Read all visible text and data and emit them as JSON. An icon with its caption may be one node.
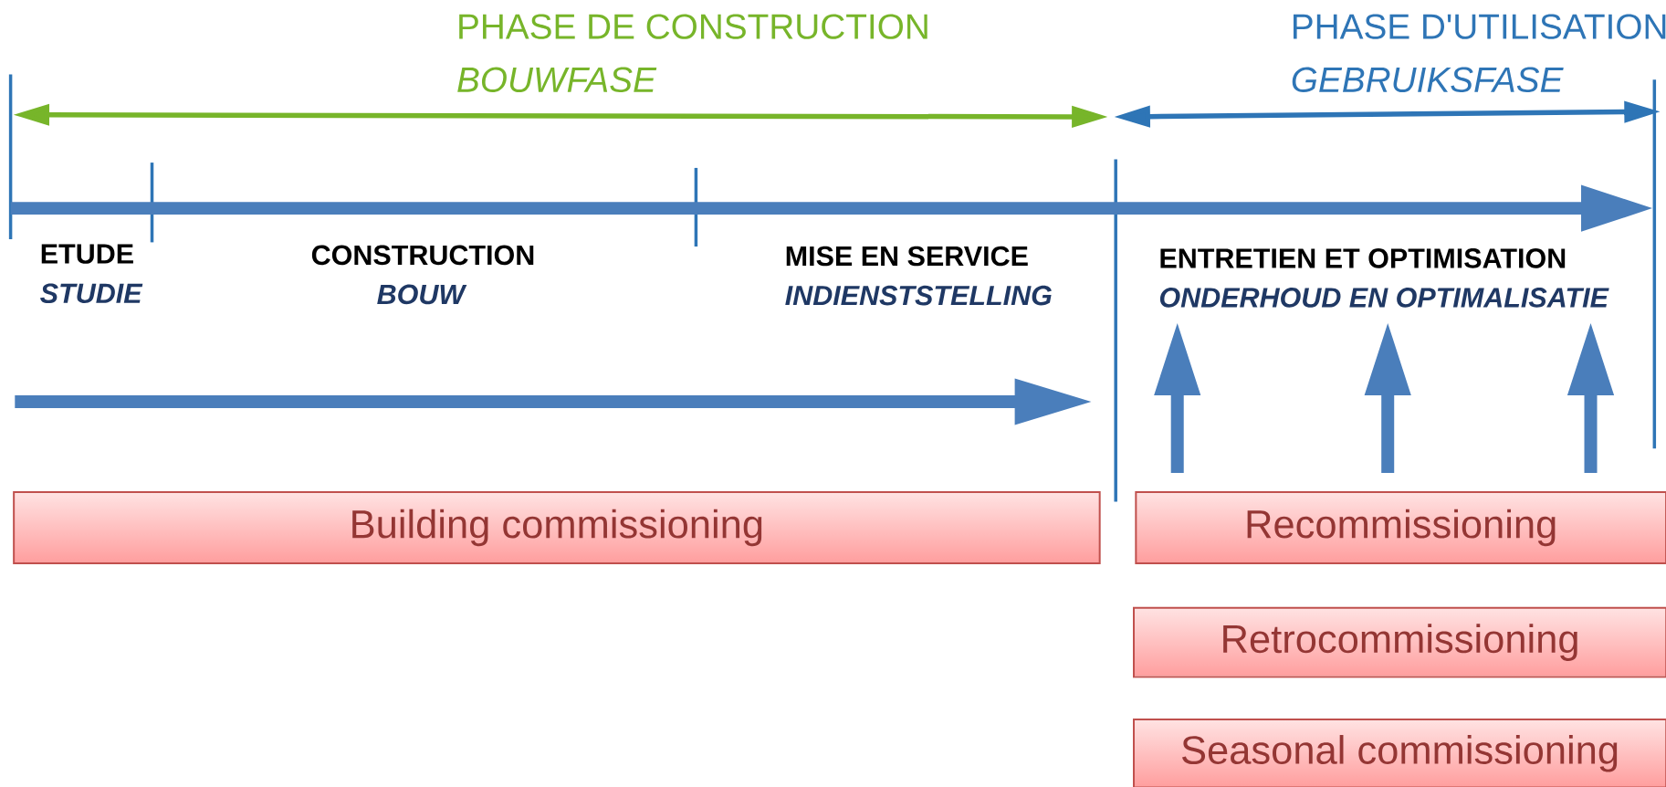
{
  "diagram": {
    "nodes": [
      {
        "text": [
          "Building commissioning"
        ]
      },
      {
        "text": [
          "Recommissioning"
        ]
      },
      {
        "text": [
          "Retrocommissioning"
        ]
      },
      {
        "text": [
          "Seasonal commissioning"
        ]
      }
    ],
    "labels": [
      "PHASE DE CONSTRUCTION",
      "BOUWFASE",
      "PHASE D'UTILISATION",
      "GEBRUIKSFASE",
      "ETUDE",
      "STUDIE",
      "CONSTRUCTION",
      "BOUW",
      "MISE EN SERVICE",
      "INDIENSTSTELLING",
      "ENTRETIEN ET OPTIMISATION",
      "ONDERHOUD EN OPTIMALISATIE"
    ]
  }
}
